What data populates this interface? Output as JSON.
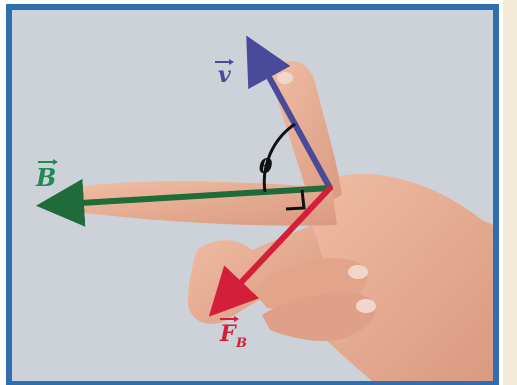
{
  "labels": {
    "v": "v",
    "B": "B",
    "F": "F",
    "F_sub": "B",
    "theta": "θ"
  },
  "colors": {
    "frame": "#2f6fb0",
    "background": "#cdd2d8",
    "v_arrow": "#4a4a9a",
    "b_arrow": "#1f6b3a",
    "f_arrow": "#d41f3a",
    "angle_mark": "#111111",
    "skin": "#e4a98f"
  }
}
